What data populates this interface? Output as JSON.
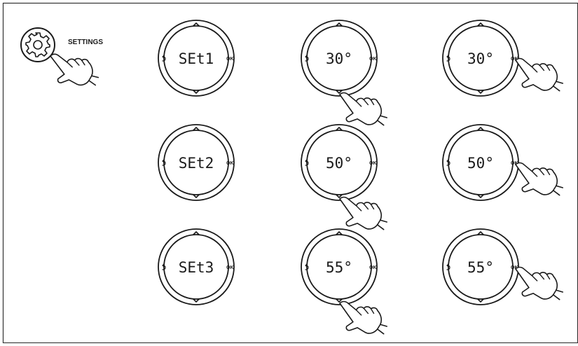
{
  "settings_label": "SETTINGS",
  "ok_label": "OK",
  "rows": [
    {
      "set_label": "SEt1",
      "value": "30°"
    },
    {
      "set_label": "SEt2",
      "value": "50°"
    },
    {
      "set_label": "SEt3",
      "value": "55°"
    }
  ],
  "icons": {
    "settings": "gear-icon",
    "back": "back-arrow-icon",
    "up": "chevron-up-icon",
    "down": "chevron-down-icon",
    "hand": "pointing-hand-icon"
  },
  "colors": {
    "line": "#1a1a1a",
    "background": "#ffffff",
    "frame": "#333333"
  }
}
